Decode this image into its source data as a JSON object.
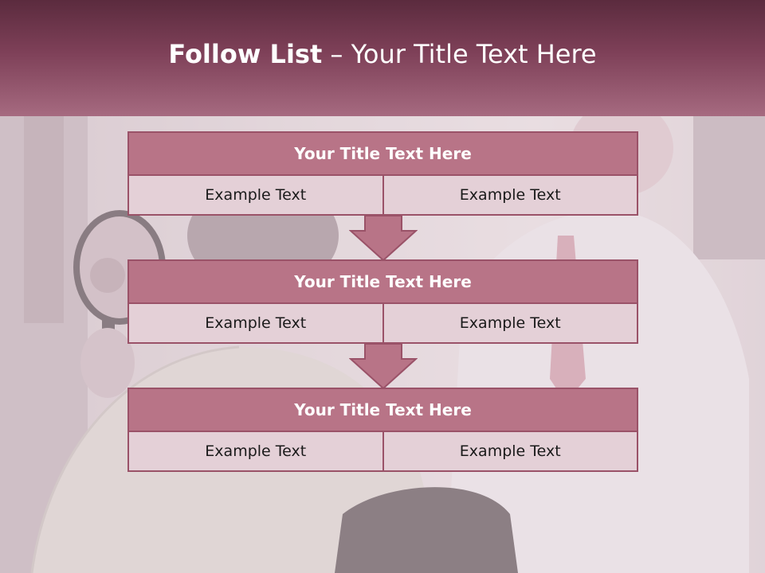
{
  "header": {
    "title_bold": "Follow List",
    "title_rest": " – Your Title Text Here"
  },
  "colors": {
    "header_top": "#5b2b3e",
    "header_bottom": "#a66a80",
    "block_title": "#b87487",
    "block_cell": "#e4d0d7",
    "border": "#9a5268"
  },
  "blocks": [
    {
      "title": "Your Title Text Here",
      "left": "Example Text",
      "right": "Example Text"
    },
    {
      "title": "Your Title Text Here",
      "left": "Example Text",
      "right": "Example Text"
    },
    {
      "title": "Your Title Text Here",
      "left": "Example Text",
      "right": "Example Text"
    }
  ]
}
